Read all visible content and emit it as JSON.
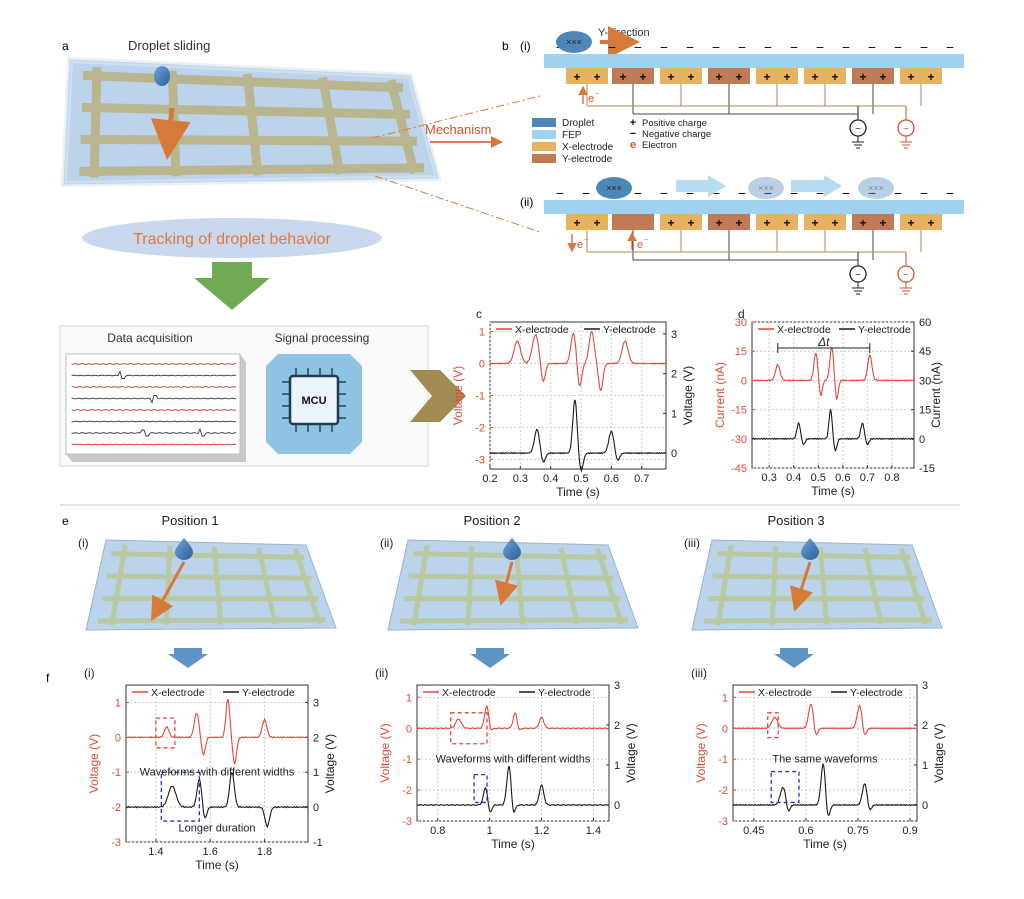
{
  "panels": {
    "a": {
      "letter": "a",
      "sliding_label": "Droplet sliding",
      "mechanism_label": "Mechanism",
      "tracking_label": "Tracking of droplet behavior",
      "data_acquisition_label": "Data acquisition",
      "signal_processing_label": "Signal processing",
      "mcu_label": "MCU"
    },
    "b": {
      "letter": "b",
      "sub_i": "(i)",
      "sub_ii": "(ii)",
      "y_direction_label": "Y-direction",
      "electron_label": "e",
      "legend": [
        {
          "label": "Droplet",
          "color": "#4f86b8"
        },
        {
          "label": "FEP",
          "color": "#9fd2ee"
        },
        {
          "label": "X-electrode",
          "color": "#e9b25f"
        },
        {
          "label": "Y-electrode",
          "color": "#c07a55"
        }
      ],
      "charge_legend": [
        {
          "symbol": "+",
          "label": "Positive charge"
        },
        {
          "symbol": "−",
          "label": "Negative charge"
        },
        {
          "symbol": "e",
          "label": "Electron"
        }
      ]
    },
    "e": {
      "letter": "e",
      "positions": [
        {
          "sub": "(i)",
          "title": "Position 1"
        },
        {
          "sub": "(ii)",
          "title": "Position 2"
        },
        {
          "sub": "(iii)",
          "title": "Position 3"
        }
      ]
    },
    "f": {
      "letter": "f"
    }
  },
  "chart_data": [
    {
      "id": "c",
      "type": "line",
      "letter": "c",
      "xlabel": "Time (s)",
      "ylabel": "Voltage (V)",
      "ylabel_right": "Voltage (V)",
      "xlim": [
        0.2,
        0.78
      ],
      "ylim": [
        -3.3,
        1.3
      ],
      "ylim_right": [
        -0.4,
        3.3
      ],
      "xticks": [
        0.2,
        0.3,
        0.4,
        0.5,
        0.6,
        0.7
      ],
      "yticks": [
        -3,
        -2,
        -1,
        0,
        1
      ],
      "yticks_right": [
        0,
        1,
        2,
        3
      ],
      "grid": true,
      "legend": "top",
      "series": [
        {
          "name": "X-electrode",
          "axis": "left",
          "color": "#e0483a",
          "baseline": 0,
          "peaks": [
            [
              0.29,
              0.7,
              0.015
            ],
            [
              0.35,
              0.9,
              0.015
            ],
            [
              0.475,
              0.95,
              0.012
            ],
            [
              0.535,
              1.0,
              0.012
            ],
            [
              0.645,
              0.7,
              0.014
            ]
          ],
          "dips": [
            [
              0.375,
              -0.6,
              0.01
            ],
            [
              0.495,
              -0.75,
              0.01
            ],
            [
              0.565,
              -0.85,
              0.01
            ]
          ]
        },
        {
          "name": "Y-electrode",
          "axis": "right",
          "color": "#1a1a1a",
          "baseline": 0,
          "peaks": [
            [
              0.355,
              0.6,
              0.012
            ],
            [
              0.48,
              1.35,
              0.01
            ],
            [
              0.6,
              0.55,
              0.012
            ]
          ],
          "dips": [
            [
              0.375,
              -0.25,
              0.01
            ],
            [
              0.5,
              -0.45,
              0.01
            ],
            [
              0.62,
              -0.2,
              0.01
            ]
          ]
        }
      ]
    },
    {
      "id": "d",
      "type": "line",
      "letter": "d",
      "xlabel": "Time (s)",
      "ylabel": "Current (nA)",
      "ylabel_right": "Current (nA)",
      "xlim": [
        0.23,
        0.89
      ],
      "ylim": [
        -45,
        30
      ],
      "ylim_right": [
        -15,
        60
      ],
      "xticks": [
        0.3,
        0.4,
        0.5,
        0.6,
        0.7,
        0.8
      ],
      "yticks": [
        -45,
        -30,
        -15,
        0,
        15,
        30
      ],
      "yticks_right": [
        -15,
        0,
        15,
        30,
        45,
        60
      ],
      "grid": true,
      "legend": "top",
      "annotation": "Δt",
      "series": [
        {
          "name": "X-electrode",
          "axis": "left",
          "color": "#e0483a",
          "baseline": 0,
          "peaks": [
            [
              0.335,
              8,
              0.013
            ],
            [
              0.49,
              14,
              0.011
            ],
            [
              0.555,
              17,
              0.011
            ],
            [
              0.71,
              13,
              0.012
            ]
          ],
          "dips": [
            [
              0.51,
              -8,
              0.009
            ],
            [
              0.575,
              -10,
              0.009
            ]
          ]
        },
        {
          "name": "Y-electrode",
          "axis": "right",
          "color": "#1a1a1a",
          "baseline": 0,
          "peaks": [
            [
              0.42,
              8,
              0.01
            ],
            [
              0.55,
              15,
              0.009
            ],
            [
              0.68,
              8,
              0.01
            ]
          ],
          "dips": [
            [
              0.44,
              -3,
              0.009
            ],
            [
              0.57,
              -6,
              0.009
            ],
            [
              0.7,
              -3,
              0.009
            ]
          ]
        }
      ]
    },
    {
      "id": "f1",
      "type": "line",
      "letter": "(i)",
      "xlabel": "Time (s)",
      "ylabel": "Voltage (V)",
      "ylabel_right": "Voltage (V)",
      "xlim": [
        1.29,
        1.96
      ],
      "ylim": [
        -3,
        1.5
      ],
      "ylim_right": [
        -1,
        3.5
      ],
      "xticks": [
        1.4,
        1.6,
        1.8
      ],
      "yticks": [
        -3,
        -2,
        -1,
        0,
        1
      ],
      "yticks_right": [
        -1,
        0,
        1,
        2,
        3
      ],
      "grid": true,
      "legend": "top",
      "annotations": [
        "Waveforms with different widths",
        "Longer duration"
      ],
      "series": [
        {
          "name": "X-electrode",
          "axis": "left",
          "color": "#e0483a",
          "baseline": 0,
          "peaks": [
            [
              1.44,
              0.3,
              0.012
            ],
            [
              1.55,
              0.7,
              0.012
            ],
            [
              1.665,
              1.1,
              0.01
            ],
            [
              1.8,
              0.5,
              0.012
            ]
          ],
          "dips": [
            [
              1.575,
              -0.5,
              0.01
            ],
            [
              1.69,
              -0.75,
              0.01
            ]
          ]
        },
        {
          "name": "Y-electrode",
          "axis": "right",
          "color": "#1a1a1a",
          "baseline": 0,
          "peaks": [
            [
              1.46,
              0.6,
              0.02
            ],
            [
              1.56,
              0.8,
              0.012
            ],
            [
              1.68,
              1.0,
              0.012
            ]
          ],
          "dips": [
            [
              1.58,
              -0.35,
              0.01
            ],
            [
              1.81,
              -0.55,
              0.012
            ]
          ]
        }
      ]
    },
    {
      "id": "f2",
      "type": "line",
      "letter": "(ii)",
      "xlabel": "Time (s)",
      "ylabel": "Voltage (V)",
      "ylabel_right": "Voltage (V)",
      "xlim": [
        0.72,
        1.46
      ],
      "ylim": [
        -3,
        1.4
      ],
      "ylim_right": [
        -0.4,
        3
      ],
      "xticks": [
        0.8,
        1.0,
        1.2,
        1.4
      ],
      "yticks": [
        -3,
        -2,
        -1,
        0,
        1
      ],
      "yticks_right": [
        0,
        1,
        2,
        3
      ],
      "grid": true,
      "legend": "top",
      "annotations": [
        "Waveforms with different widths"
      ],
      "series": [
        {
          "name": "X-electrode",
          "axis": "left",
          "color": "#e0483a",
          "baseline": 0,
          "peaks": [
            [
              0.88,
              0.3,
              0.015
            ],
            [
              0.99,
              0.8,
              0.012
            ],
            [
              1.1,
              0.55,
              0.012
            ],
            [
              1.2,
              0.35,
              0.012
            ]
          ],
          "dips": [
            [
              1.0,
              -0.25,
              0.01
            ],
            [
              1.11,
              -0.2,
              0.01
            ]
          ]
        },
        {
          "name": "Y-electrode",
          "axis": "right",
          "color": "#1a1a1a",
          "baseline": 0,
          "peaks": [
            [
              0.985,
              0.45,
              0.012
            ],
            [
              1.075,
              1.0,
              0.012
            ],
            [
              1.2,
              0.5,
              0.012
            ]
          ],
          "dips": [
            [
              1.0,
              -0.25,
              0.01
            ],
            [
              1.09,
              -0.3,
              0.01
            ]
          ]
        }
      ]
    },
    {
      "id": "f3",
      "type": "line",
      "letter": "(iii)",
      "xlabel": "Time (s)",
      "ylabel": "Voltage (V)",
      "ylabel_right": "Voltage (V)",
      "xlim": [
        0.39,
        0.92
      ],
      "ylim": [
        -3,
        1.4
      ],
      "ylim_right": [
        -0.4,
        3
      ],
      "xticks": [
        0.45,
        0.6,
        0.75,
        0.9
      ],
      "yticks": [
        -3,
        -2,
        -1,
        0,
        1
      ],
      "yticks_right": [
        0,
        1,
        2,
        3
      ],
      "grid": true,
      "legend": "top",
      "annotations": [
        "The same waveforms"
      ],
      "series": [
        {
          "name": "X-electrode",
          "axis": "left",
          "color": "#e0483a",
          "baseline": 0,
          "peaks": [
            [
              0.51,
              0.35,
              0.012
            ],
            [
              0.615,
              0.8,
              0.01
            ],
            [
              0.755,
              0.75,
              0.01
            ]
          ],
          "dips": [
            [
              0.628,
              -0.3,
              0.008
            ],
            [
              0.768,
              -0.3,
              0.008
            ]
          ]
        },
        {
          "name": "Y-electrode",
          "axis": "right",
          "color": "#1a1a1a",
          "baseline": 0,
          "peaks": [
            [
              0.535,
              0.45,
              0.012
            ],
            [
              0.65,
              1.05,
              0.009
            ],
            [
              0.77,
              0.55,
              0.01
            ]
          ],
          "dips": [
            [
              0.548,
              -0.25,
              0.008
            ],
            [
              0.663,
              -0.35,
              0.008
            ],
            [
              0.782,
              -0.2,
              0.008
            ]
          ]
        }
      ]
    }
  ]
}
